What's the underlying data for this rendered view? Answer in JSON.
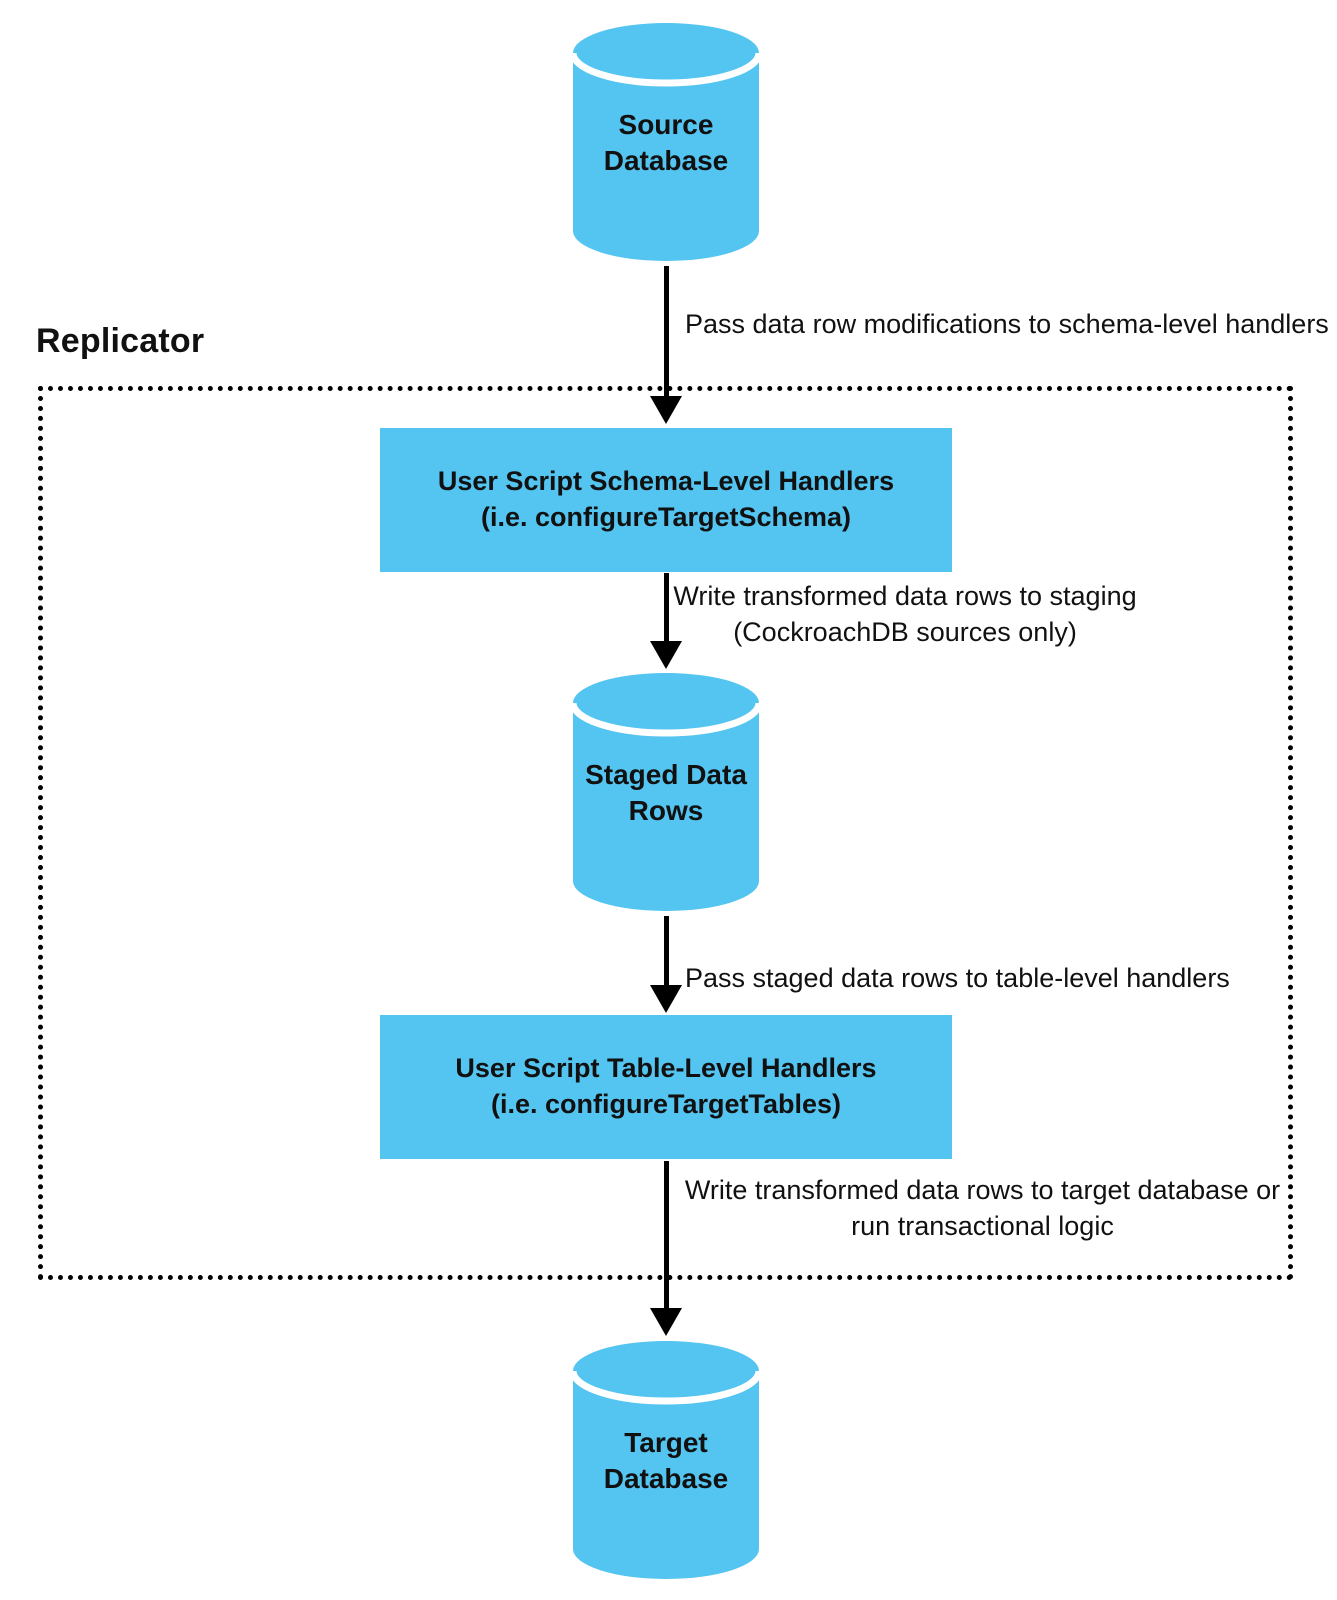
{
  "diagram": {
    "replicator_label": "Replicator",
    "colors": {
      "node_fill": "#54c4f0",
      "arrow": "#000000",
      "text": "#111111",
      "background": "#ffffff",
      "cylinder_separator": "#ffffff",
      "boundary_border": "#000000"
    },
    "nodes": {
      "source_db": {
        "type": "database",
        "label": "Source\nDatabase"
      },
      "schema_handlers": {
        "type": "process",
        "label": "User Script Schema-Level Handlers\n(i.e. configureTargetSchema)"
      },
      "staged_rows": {
        "type": "database",
        "label": "Staged Data\nRows"
      },
      "table_handlers": {
        "type": "process",
        "label": "User Script Table-Level Handlers\n(i.e. configureTargetTables)"
      },
      "target_db": {
        "type": "database",
        "label": "Target\nDatabase"
      }
    },
    "edges": {
      "source_to_schema": {
        "label": "Pass data row modifications to schema-level handlers"
      },
      "schema_to_staging": {
        "label": "Write transformed data rows to staging\n(CockroachDB sources only)"
      },
      "staging_to_table": {
        "label": "Pass staged data rows to table-level handlers"
      },
      "table_to_target": {
        "label": "Write transformed data rows to target database or\nrun transactional logic"
      }
    }
  }
}
